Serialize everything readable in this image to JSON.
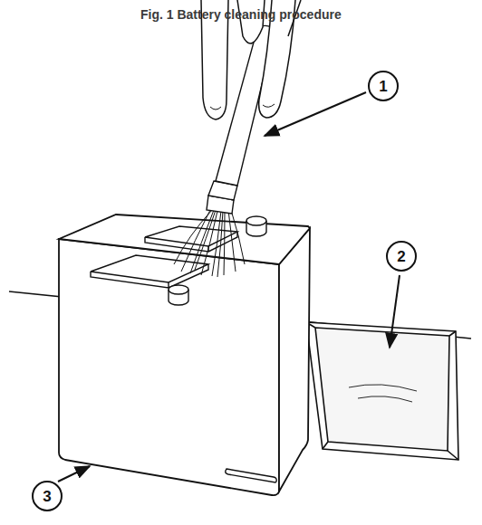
{
  "diagram": {
    "title": "Fig. 1 Battery cleaning procedure",
    "nodes": [
      {
        "text": [
          "1"
        ]
      },
      {
        "text": [
          "2"
        ]
      },
      {
        "text": [
          "3"
        ]
      }
    ]
  }
}
